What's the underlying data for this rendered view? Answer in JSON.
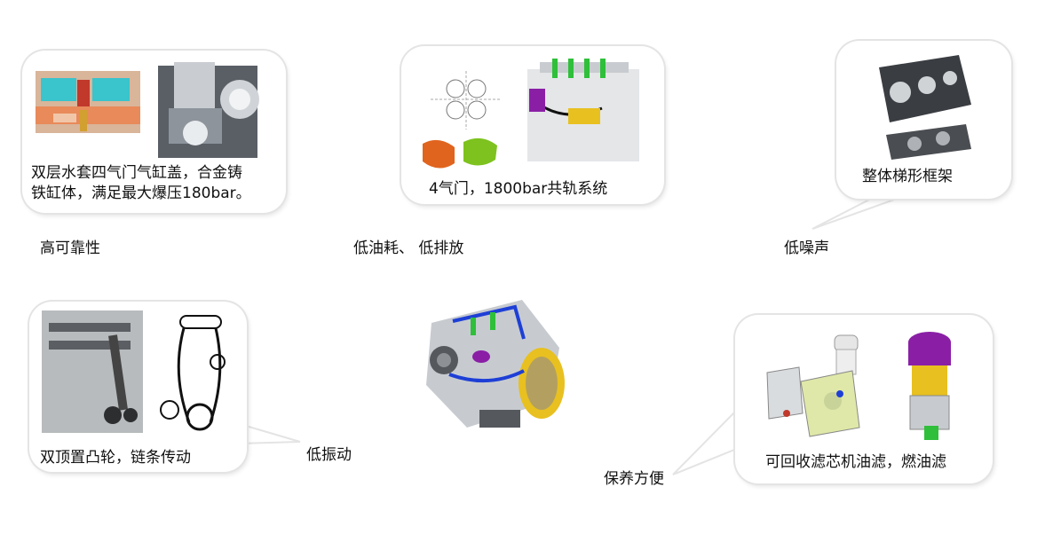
{
  "features": [
    {
      "id": "reliability",
      "label": "高可靠性",
      "text_lines": [
        "双层水套四气门气缸盖，合金铸",
        "铁缸体，满足最大爆压180bar。"
      ]
    },
    {
      "id": "fuel",
      "label": "低油耗、 低排放",
      "text_lines": [
        "4气门，1800bar共轨系统"
      ]
    },
    {
      "id": "noise",
      "label": "低噪声",
      "text_lines": [
        "整体梯形框架"
      ]
    },
    {
      "id": "vibration",
      "label": "低振动",
      "text_lines": [
        "双顶置凸轮，链条传动"
      ]
    },
    {
      "id": "maintenance",
      "label": "保养方便",
      "text_lines": [
        "可回收滤芯机油滤，燃油滤"
      ]
    }
  ],
  "colors": {
    "bubble_border": "#e4e4e4",
    "engine_blue": "#1e3fd6",
    "engine_green": "#2fbf3a",
    "engine_purple": "#8a1fa6",
    "engine_orange": "#e0641e",
    "engine_yellow": "#e8c020"
  }
}
